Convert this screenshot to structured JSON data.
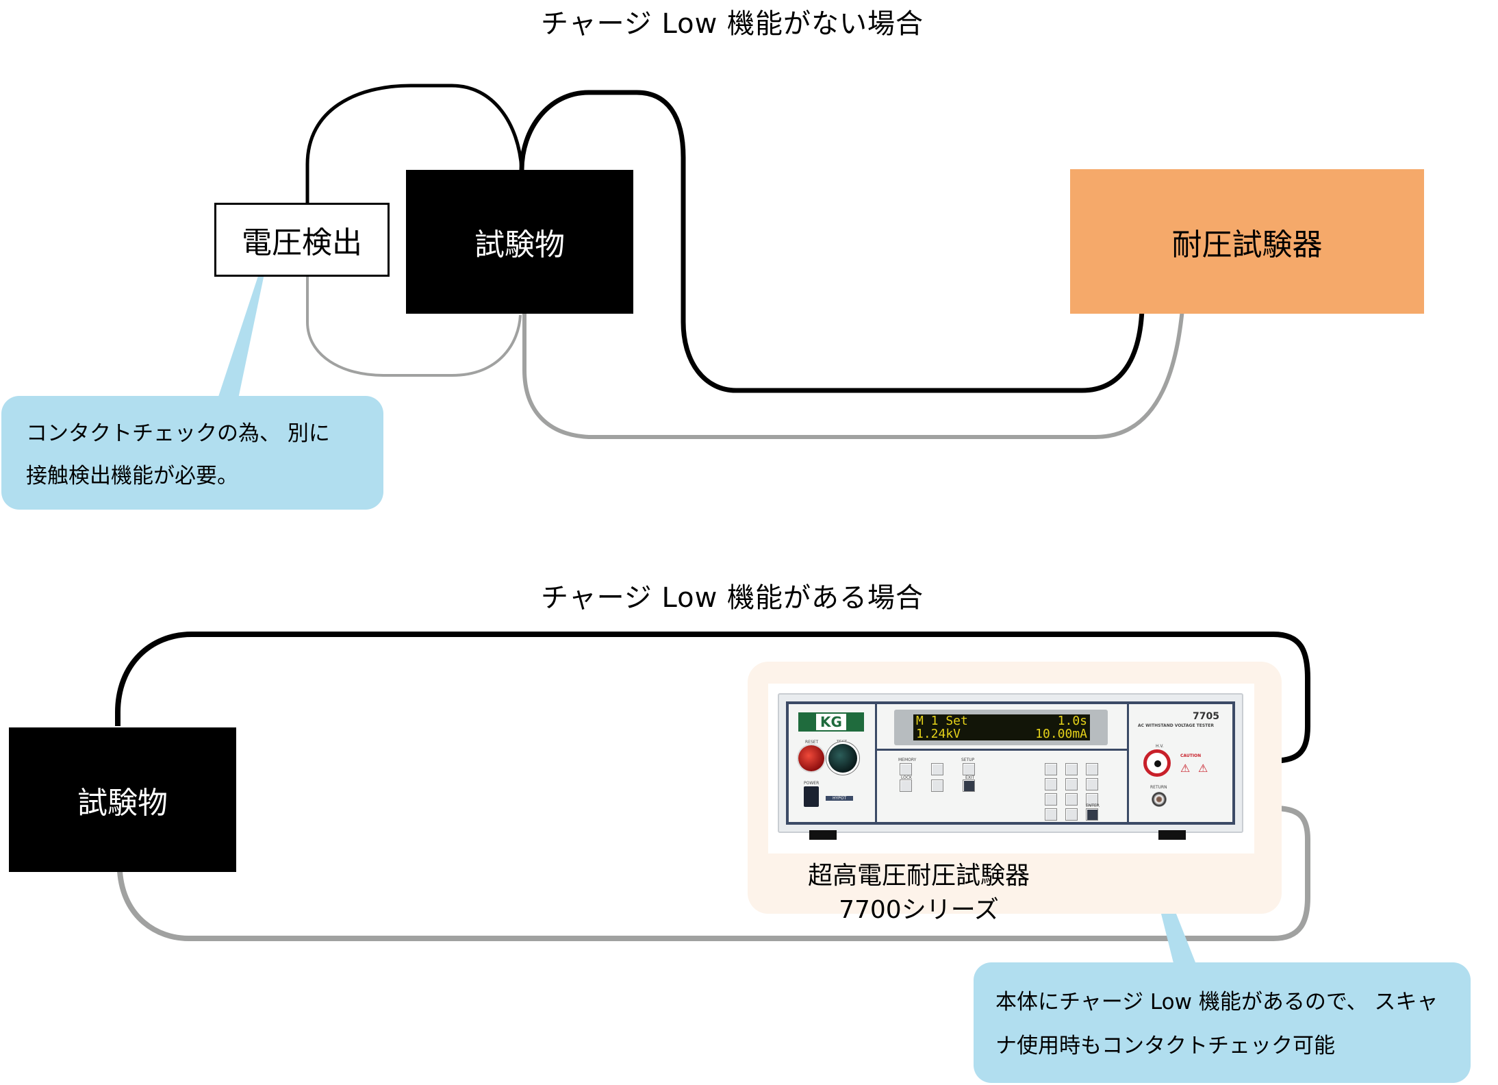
{
  "top_section": {
    "title": "チャージ Low 機能がない場合",
    "voltage_detector_label": "電圧検出",
    "dut_label": "試験物",
    "tester_label": "耐圧試験器",
    "callout_lines": [
      "コンタクトチェックの為、 別に",
      "接触検出機能が必要。"
    ]
  },
  "bottom_section": {
    "title": "チャージ Low 機能がある場合",
    "dut_label": "試験物",
    "product_caption_lines": [
      "超高電圧耐圧試験器",
      "7700シリーズ"
    ],
    "callout_lines": [
      "本体にチャージ Low 機能があるので、 スキャ",
      "ナ使用時もコンタクトチェック可能"
    ]
  },
  "device": {
    "brand": "KG",
    "display_line1_left": "M 1 Set",
    "display_line1_right": "1.0s",
    "display_line2_left": "1.24kV",
    "display_line2_right": "10.00mA",
    "model": "7705",
    "subtitle": "AC WITHSTAND VOLTAGE TESTER",
    "caution": "CAUTION",
    "reset_label": "RESET",
    "test_label": "TEST",
    "power_label": "POWER",
    "hv_label": "H.V.",
    "return_label": "RETURN",
    "memory_label": "MEMORY",
    "lock_label": "LOCK",
    "setup_label": "SETUP",
    "exit_label": "EXIT",
    "enter_label": "ENTER",
    "hypot_label": "HYPOT"
  },
  "colors": {
    "hv_wire": "#000000",
    "return_wire": "#a0a1a0",
    "tester_fill": "#f5a96a",
    "callout_fill": "#b1deef",
    "product_bg": "#fdf3ea"
  }
}
